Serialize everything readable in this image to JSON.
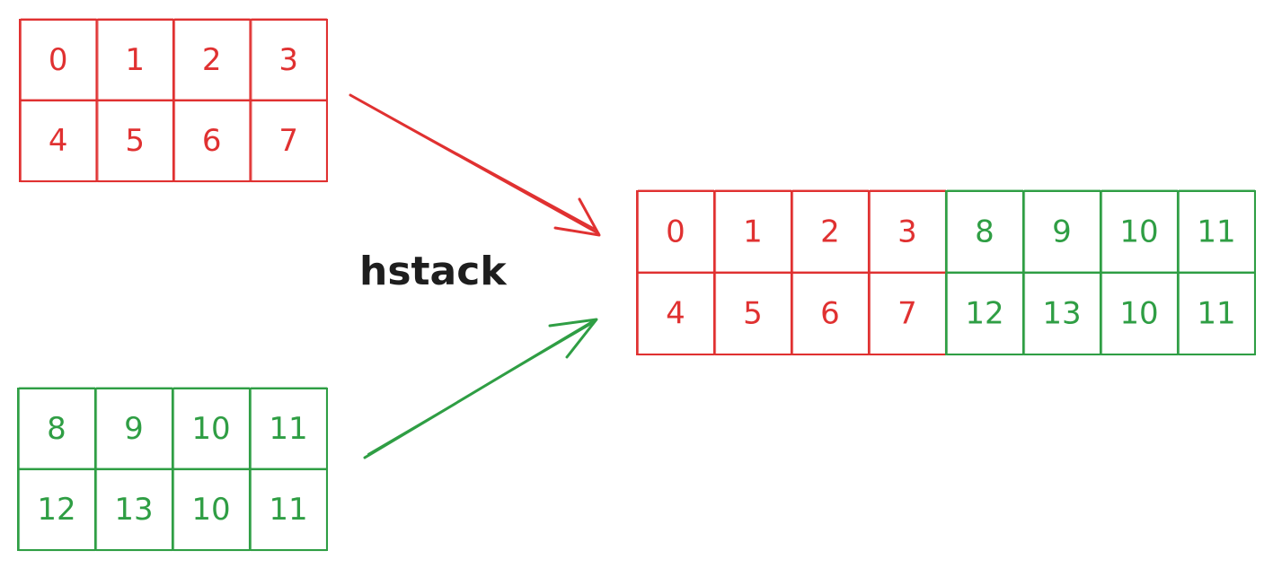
{
  "operation": {
    "label": "hstack"
  },
  "colors": {
    "array_a": "#e03131",
    "array_b": "#2f9e44",
    "label": "#1e1e1e"
  },
  "array_a": {
    "rows": [
      [
        "0",
        "1",
        "2",
        "3"
      ],
      [
        "4",
        "5",
        "6",
        "7"
      ]
    ]
  },
  "array_b": {
    "rows": [
      [
        "8",
        "9",
        "10",
        "11"
      ],
      [
        "12",
        "13",
        "10",
        "11"
      ]
    ]
  },
  "result": {
    "rows": [
      [
        "0",
        "1",
        "2",
        "3",
        "8",
        "9",
        "10",
        "11"
      ],
      [
        "4",
        "5",
        "6",
        "7",
        "12",
        "13",
        "10",
        "11"
      ]
    ],
    "source": [
      "a",
      "a",
      "a",
      "a",
      "b",
      "b",
      "b",
      "b"
    ]
  }
}
